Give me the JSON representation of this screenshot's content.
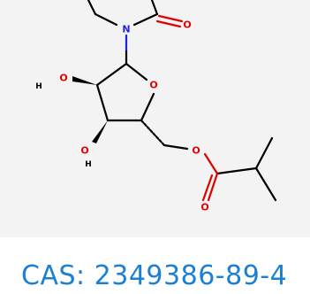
{
  "structure": {
    "atoms": {
      "n1": "N",
      "o_carbonyl_top": "O",
      "o_ring": "O",
      "o_hydroxyl_1": "O",
      "h_hydroxyl_1": "H",
      "o_hydroxyl_2": "O",
      "h_hydroxyl_2": "H",
      "o_ester": "O",
      "o_carbonyl_bottom": "O"
    },
    "colors": {
      "nitrogen": "#2020e0",
      "oxygen": "#e00000",
      "bond": "#000000",
      "background": "#f3f3f3"
    }
  },
  "cas": {
    "label": "CAS:",
    "number": "2349386-89-4"
  },
  "colors": {
    "cas_text": "#1b7fd4"
  }
}
